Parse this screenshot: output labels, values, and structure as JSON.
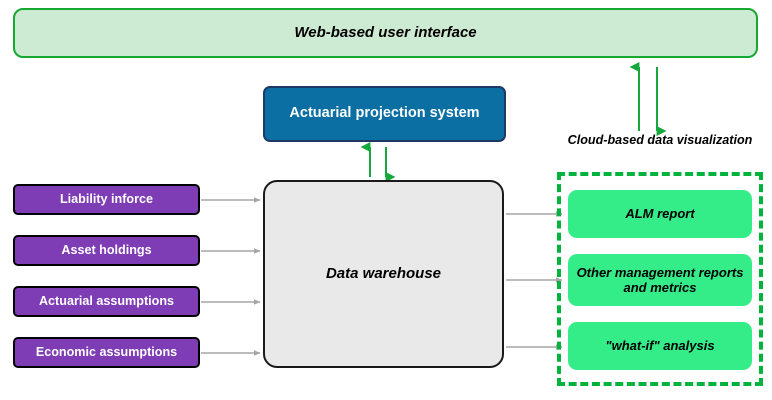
{
  "diagram": {
    "title_banner": {
      "label": "Web-based user interface",
      "fill": "#cdebd3",
      "stroke": "#16a830"
    },
    "projection_system": {
      "label": "Actuarial projection system",
      "fill": "#0b6fa4",
      "stroke": "#1f3864"
    },
    "warehouse": {
      "label": "Data warehouse",
      "fill": "#e9e9e9",
      "stroke": "#1a1a1a"
    },
    "inputs": {
      "fill": "#7e3cb5",
      "stroke": "#000000",
      "items": [
        {
          "label": "Liability inforce"
        },
        {
          "label": "Asset holdings"
        },
        {
          "label": "Actuarial assumptions"
        },
        {
          "label": "Economic assumptions"
        }
      ]
    },
    "cloud": {
      "label": "Cloud-based data visualization",
      "border_color": "#00b33c",
      "border_style": "dashed",
      "outputs": {
        "fill": "#35ed88",
        "items": [
          {
            "label": "ALM report"
          },
          {
            "label": "Other management reports and metrics"
          },
          {
            "label": "\"what-if\" analysis"
          }
        ]
      }
    },
    "connectors": {
      "green_arrow_color": "#15a83a",
      "grey_arrow_color": "#a6a6a6",
      "bidirectional_pairs": [
        "ui-banner <-> cloud outputs",
        "actuarial projection system <-> data warehouse"
      ],
      "input_feeds": 4,
      "output_feeds": 3
    }
  }
}
